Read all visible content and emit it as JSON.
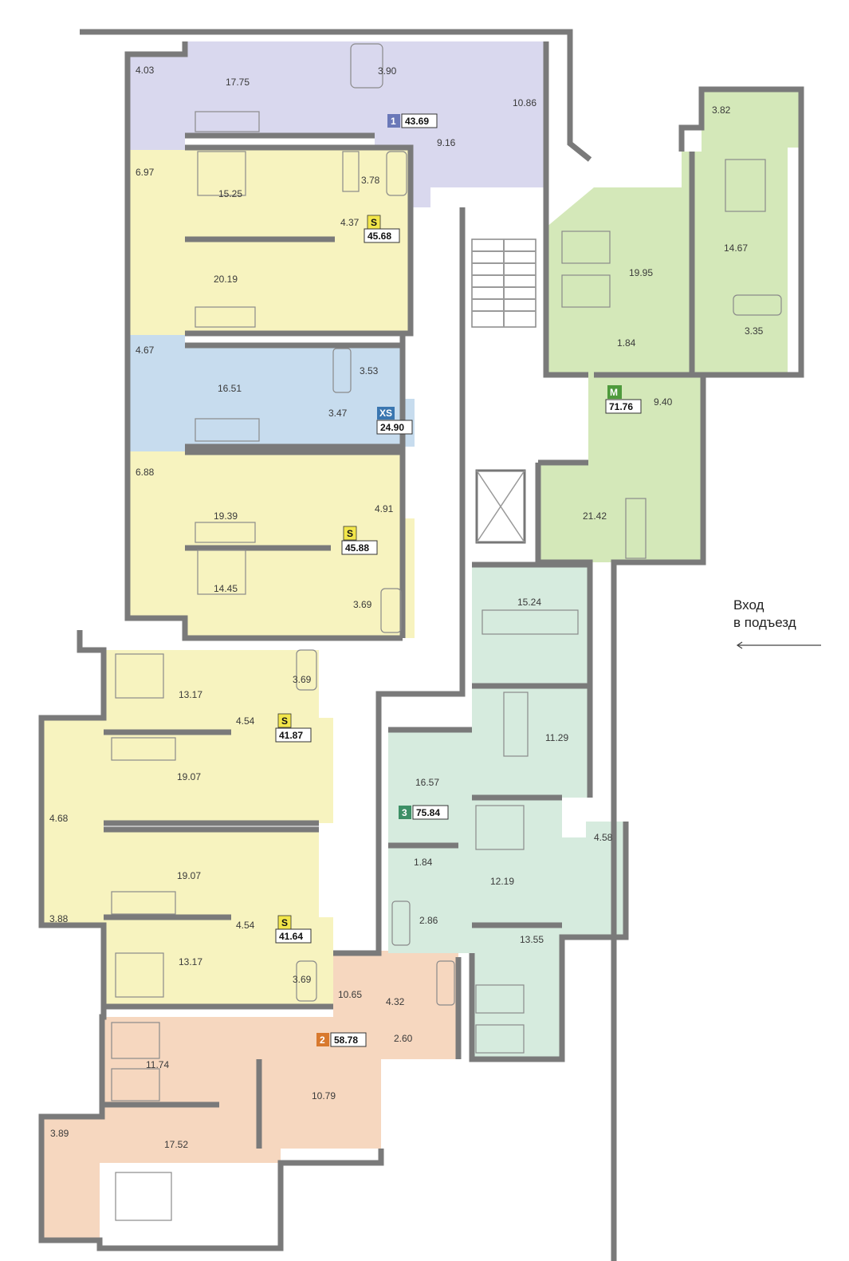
{
  "entrance": {
    "line1": "Вход",
    "line2": "в подъезд"
  },
  "colors": {
    "violet": "#d9d8ee",
    "yellow": "#f7f3bf",
    "blue": "#c7dcee",
    "green": "#d4e8b9",
    "mint": "#d6ebde",
    "peach": "#f6d7bf",
    "badge_1": "#6a78b8",
    "badge_S": "#f2e64a",
    "badge_XS": "#3a76b0",
    "badge_M": "#4e9a3c",
    "badge_3": "#3d8f66",
    "badge_2": "#d8792e"
  },
  "apartments": [
    {
      "id": "apt-1",
      "type": "1",
      "area": "43.69",
      "rooms": [
        "4.03",
        "17.75",
        "3.90",
        "10.86",
        "9.16"
      ]
    },
    {
      "id": "apt-s-1",
      "type": "S",
      "area": "45.68",
      "rooms": [
        "6.97",
        "15.25",
        "3.78",
        "4.37",
        "20.19"
      ]
    },
    {
      "id": "apt-xs",
      "type": "XS",
      "area": "24.90",
      "rooms": [
        "4.67",
        "16.51",
        "3.53",
        "3.47"
      ]
    },
    {
      "id": "apt-s-2",
      "type": "S",
      "area": "45.88",
      "rooms": [
        "6.88",
        "19.39",
        "4.91",
        "14.45",
        "3.69"
      ]
    },
    {
      "id": "apt-s-3",
      "type": "S",
      "area": "41.87",
      "rooms": [
        "13.17",
        "3.69",
        "4.54",
        "19.07",
        "4.68"
      ]
    },
    {
      "id": "apt-s-4",
      "type": "S",
      "area": "41.64",
      "rooms": [
        "19.07",
        "3.88",
        "4.54",
        "13.17",
        "3.69"
      ]
    },
    {
      "id": "apt-2",
      "type": "2",
      "area": "58.78",
      "rooms": [
        "10.65",
        "4.32",
        "2.60",
        "11.74",
        "10.79",
        "3.89",
        "17.52"
      ]
    },
    {
      "id": "apt-m",
      "type": "M",
      "area": "71.76",
      "rooms": [
        "3.82",
        "19.95",
        "14.67",
        "1.84",
        "3.35",
        "9.40",
        "21.42"
      ]
    },
    {
      "id": "apt-3",
      "type": "3",
      "area": "75.84",
      "rooms": [
        "15.24",
        "11.29",
        "16.57",
        "4.58",
        "1.84",
        "12.19",
        "2.86",
        "13.55"
      ]
    }
  ]
}
